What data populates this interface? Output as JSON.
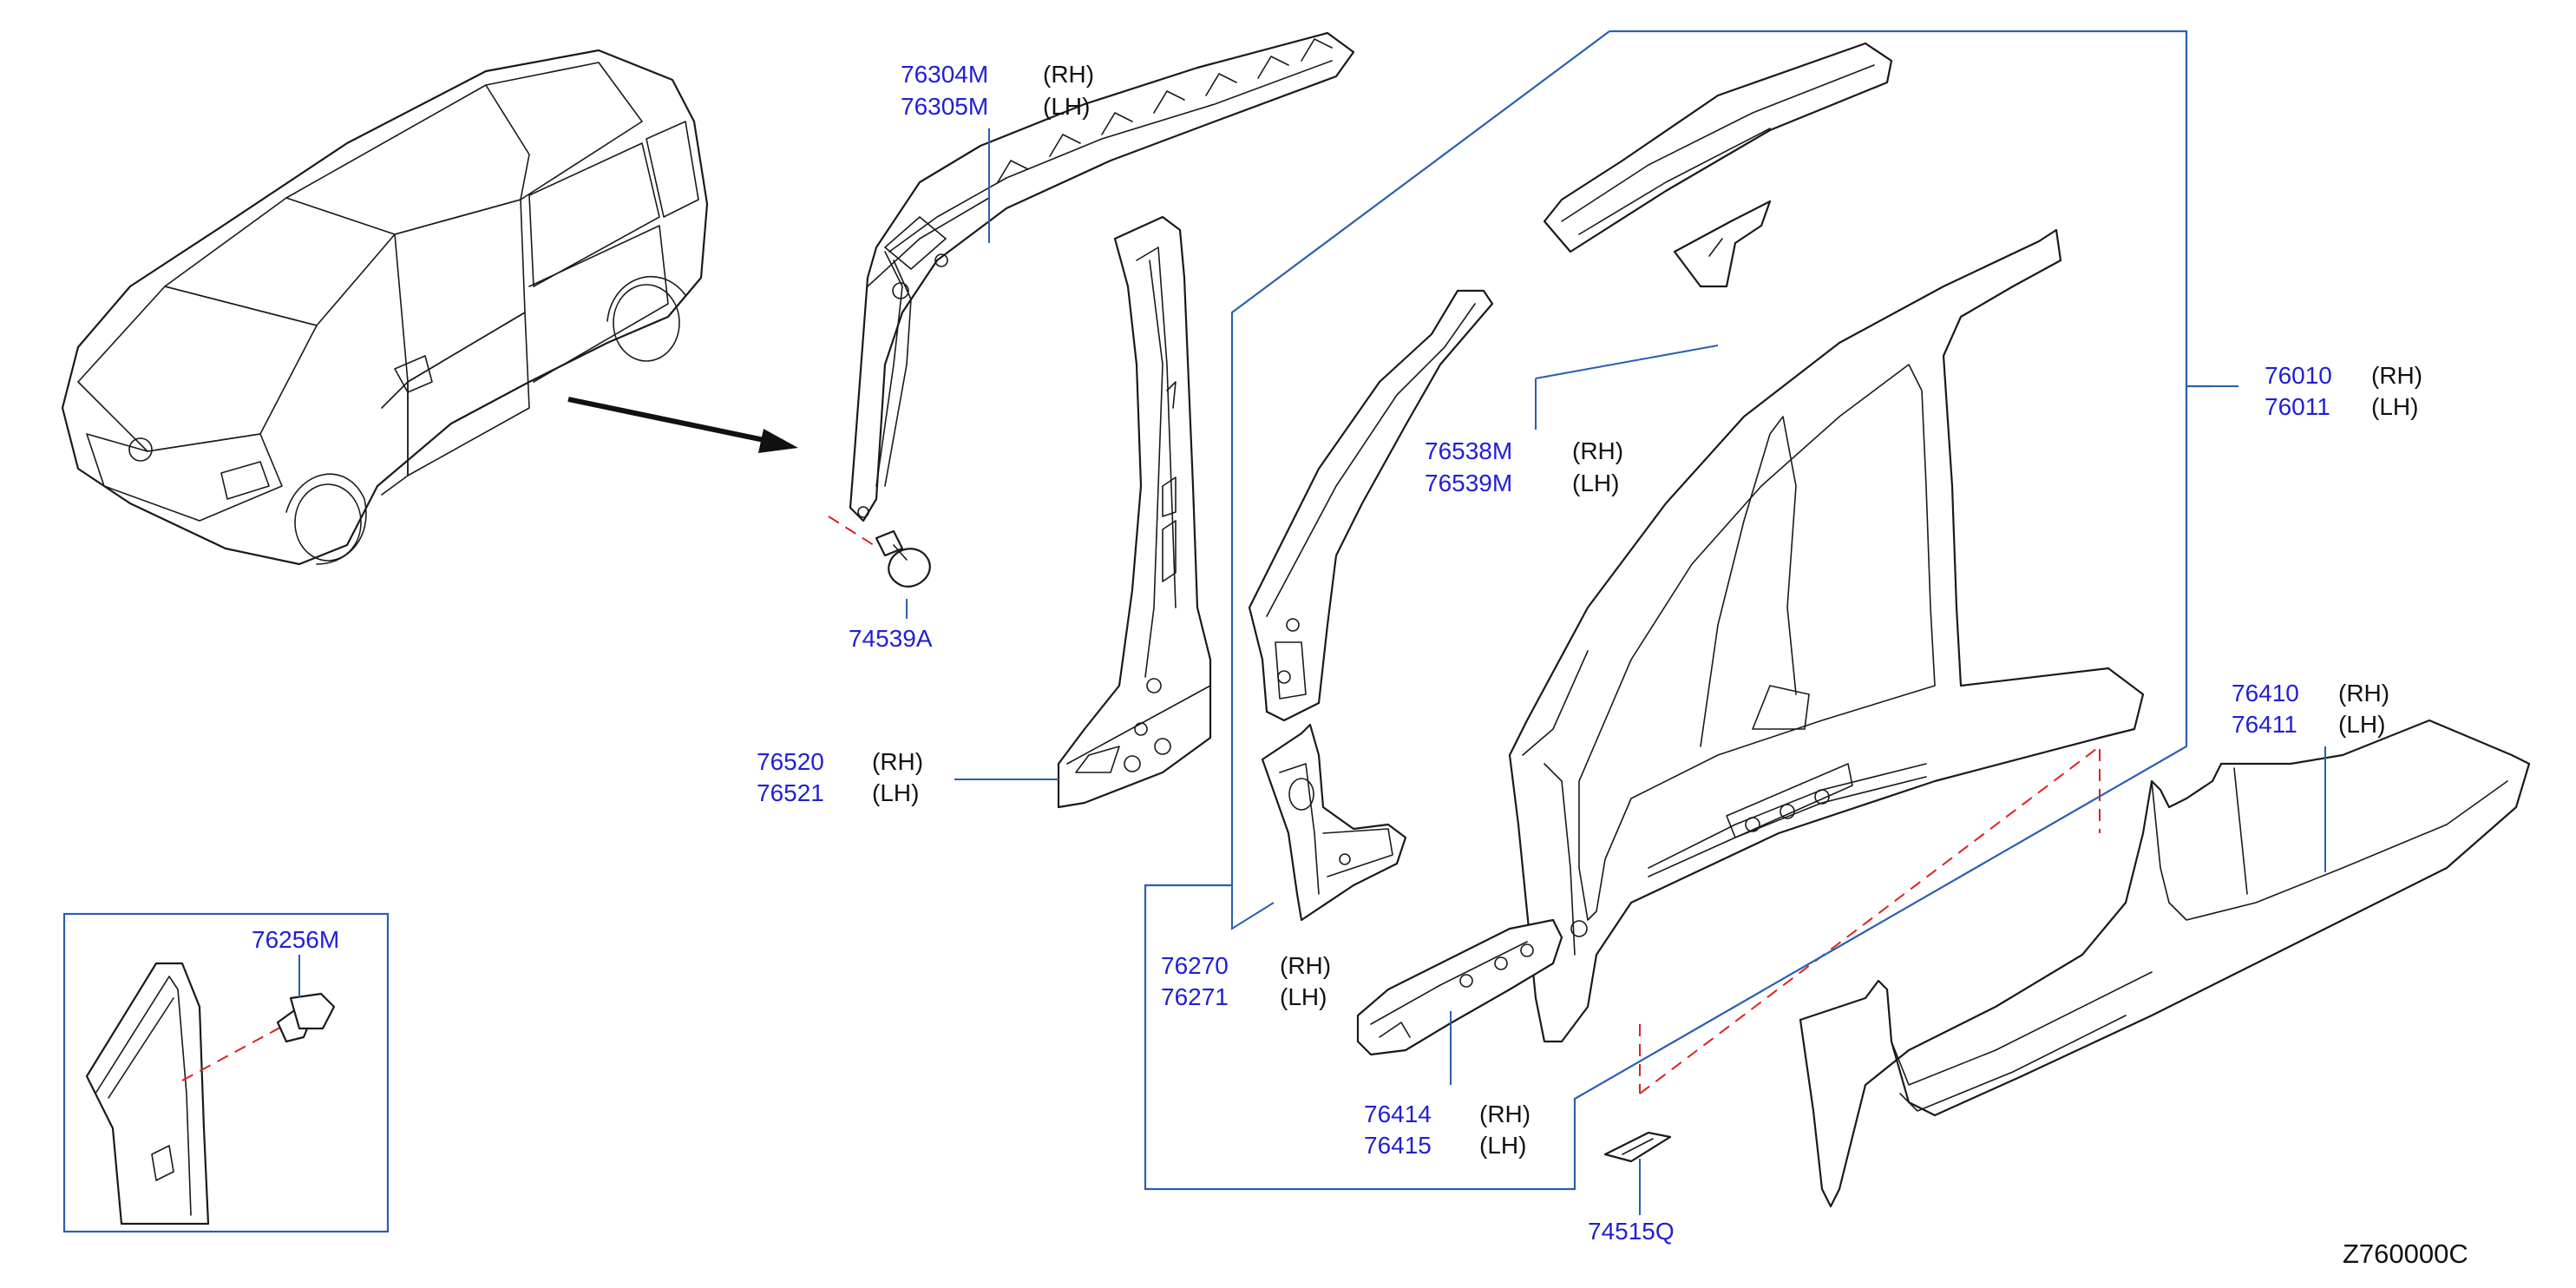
{
  "diagram_code": "Z760000C",
  "callouts": [
    {
      "id": "roof_rail",
      "parts": [
        {
          "number": "76304M",
          "side": "(RH)"
        },
        {
          "number": "76305M",
          "side": "(LH)"
        }
      ]
    },
    {
      "id": "clip",
      "parts": [
        {
          "number": "74539A",
          "side": ""
        }
      ]
    },
    {
      "id": "center_pillar_inner",
      "parts": [
        {
          "number": "76520",
          "side": "(RH)"
        },
        {
          "number": "76521",
          "side": "(LH)"
        }
      ]
    },
    {
      "id": "center_pillar_reinf",
      "parts": [
        {
          "number": "76538M",
          "side": "(RH)"
        },
        {
          "number": "76539M",
          "side": "(LH)"
        }
      ]
    },
    {
      "id": "body_side_outer",
      "parts": [
        {
          "number": "76010",
          "side": "(RH)"
        },
        {
          "number": "76011",
          "side": "(LH)"
        }
      ]
    },
    {
      "id": "sill_outer",
      "parts": [
        {
          "number": "76410",
          "side": "(RH)"
        },
        {
          "number": "76411",
          "side": "(LH)"
        }
      ]
    },
    {
      "id": "front_pillar_lower",
      "parts": [
        {
          "number": "76270",
          "side": "(RH)"
        },
        {
          "number": "76271",
          "side": "(LH)"
        }
      ]
    },
    {
      "id": "sill_reinf",
      "parts": [
        {
          "number": "76414",
          "side": "(RH)"
        },
        {
          "number": "76415",
          "side": "(LH)"
        }
      ]
    },
    {
      "id": "plug",
      "parts": [
        {
          "number": "74515Q",
          "side": ""
        }
      ]
    },
    {
      "id": "inset_bolt",
      "parts": [
        {
          "number": "76256M",
          "side": ""
        }
      ]
    }
  ],
  "colors": {
    "part_number": "#1f1fd6",
    "leader_line": "#2a5fb0",
    "fastener_line": "#e02020",
    "outline": "#1a1a1a"
  }
}
